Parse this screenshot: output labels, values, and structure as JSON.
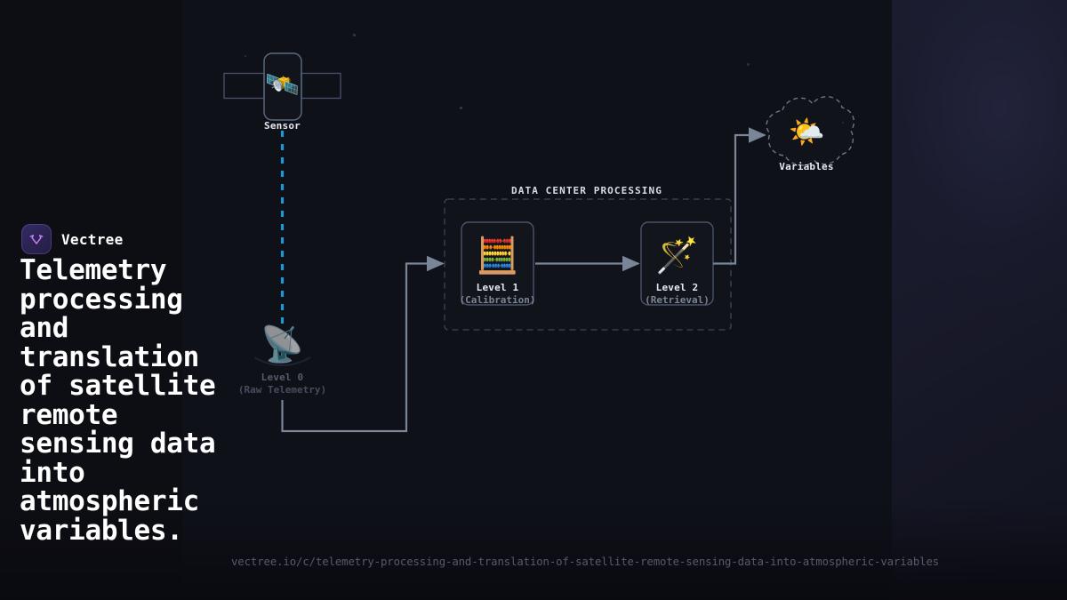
{
  "brand": {
    "name": "Vectree",
    "logo_icon": "vectree-waveform-icon",
    "logo_color": "#b46ef0"
  },
  "headline": "Telemetry processing and translation of satellite remote sensing data into atmospheric variables.",
  "url": "vectree.io/c/telemetry-processing-and-translation-of-satellite-remote-sensing-data-into-atmospheric-variables",
  "diagram": {
    "group": {
      "title": "DATA CENTER PROCESSING"
    },
    "nodes": {
      "sensor": {
        "label": "Sensor",
        "icon": "satellite-icon",
        "emoji": "🛰️"
      },
      "level0": {
        "label": "Level 0",
        "sublabel": "(Raw Telemetry)",
        "icon": "satellite-dish-icon",
        "emoji": "📡"
      },
      "level1": {
        "label": "Level 1",
        "sublabel": "(Calibration)",
        "icon": "abacus-icon",
        "emoji": "🧮"
      },
      "level2": {
        "label": "Level 2",
        "sublabel": "(Retrieval)",
        "icon": "magic-wand-icon",
        "emoji": "🪄"
      },
      "variables": {
        "label": "Variables",
        "icon": "sun-behind-cloud-icon",
        "emoji": "🌤️"
      }
    },
    "colors": {
      "downlink": "#2196d4",
      "edge": "#7a8598",
      "node_border": "#49536a",
      "group_border": "#3c4456"
    }
  }
}
